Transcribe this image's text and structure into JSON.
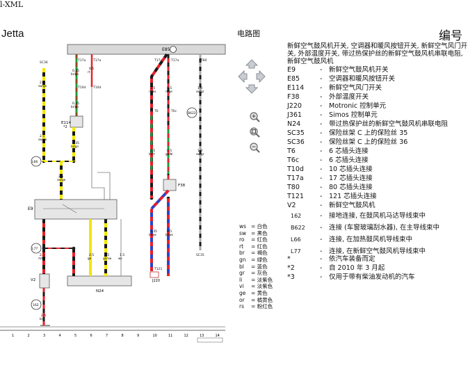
{
  "header": {
    "top_left_text": "l-XML",
    "model_name": "Jetta",
    "section_title": "电路图",
    "number_label": "编号"
  },
  "description": {
    "intro": "新鲜空气鼓风机开关, 空调器和暖风按钮开关, 新鲜空气风门开关, 外部温度开关, 带过热保护丝的新鲜空气鼓风机串联电阻, 新鲜空气鼓风机"
  },
  "components": [
    {
      "code": "E9",
      "desc": "新鲜空气鼓风机开关"
    },
    {
      "code": "E85",
      "desc": "空调器和暖风按钮开关"
    },
    {
      "code": "E114",
      "desc": "新鲜空气风门开关"
    },
    {
      "code": "F38",
      "desc": "外部温度开关"
    },
    {
      "code": "J220",
      "desc": "Motronic 控制单元"
    },
    {
      "code": "J361",
      "desc": "Simos 控制单元"
    },
    {
      "code": "N24",
      "desc": "带过热保护丝的新鲜空气鼓风机串联电阻"
    },
    {
      "code": "SC35",
      "desc": "保险丝架 C 上的保险丝 35"
    },
    {
      "code": "SC36",
      "desc": "保险丝架 C 上的保险丝 36"
    },
    {
      "code": "T6",
      "desc": "6 芯插头连接"
    },
    {
      "code": "T6c",
      "desc": "6 芯插头连接"
    },
    {
      "code": "T10d",
      "desc": "10 芯插头连接"
    },
    {
      "code": "T17a",
      "desc": "17 芯插头连接"
    },
    {
      "code": "T80",
      "desc": "80 芯插头连接"
    },
    {
      "code": "T121",
      "desc": "121 芯插头连接"
    },
    {
      "code": "V2",
      "desc": "新鲜空气鼓风机"
    },
    {
      "code": "162",
      "desc": "接地连接, 在鼓风机马达导线束中"
    },
    {
      "code": "B622",
      "desc": "连接 (车窗玻璃刮水器), 在主导线束中"
    },
    {
      "code": "L66",
      "desc": "连接, 在加热鼓风机导线束中"
    },
    {
      "code": "L77",
      "desc": "连接, 在新鲜空气鼓风机导线束中"
    },
    {
      "code": "*",
      "desc": "依汽车装备而定"
    },
    {
      "code": "*2",
      "desc": "自 2010 年 3 月起"
    },
    {
      "code": "*3",
      "desc": "仅用于带有柴油发动机的汽车"
    }
  ],
  "color_codes": [
    {
      "code": "ws",
      "name": "白色"
    },
    {
      "code": "sw",
      "name": "黑色"
    },
    {
      "code": "ro",
      "name": "红色"
    },
    {
      "code": "rt",
      "name": "红色"
    },
    {
      "code": "br",
      "name": "褐色"
    },
    {
      "code": "gn",
      "name": "绿色"
    },
    {
      "code": "bl",
      "name": "蓝色"
    },
    {
      "code": "gr",
      "name": "灰色"
    },
    {
      "code": "li",
      "name": "淡紫色"
    },
    {
      "code": "vi",
      "name": "淡紫色"
    },
    {
      "code": "ge",
      "name": "黄色"
    },
    {
      "code": "or",
      "name": "橘黄色"
    },
    {
      "code": "rs",
      "name": "粉红色"
    }
  ],
  "wire_colors": {
    "yellow": "#f4e600",
    "black": "#1a1a1a",
    "red": "#e8202a",
    "green": "#1e9b3c",
    "blue": "#2a45c8",
    "white": "#ffffff"
  },
  "diagram": {
    "fuse_labels": [
      "SC36",
      "SC35"
    ],
    "connector_labels": [
      "T17a",
      "T17a",
      "T10d",
      "T10d",
      "T17a",
      "T17a",
      "T6",
      "T6c",
      "T121",
      "T80"
    ],
    "component_labels": [
      "E9",
      "E114",
      "V2",
      "N24",
      "F38",
      "B622",
      "L66",
      "L77",
      "J220",
      "162"
    ],
    "wire_labels": [
      {
        "size": "2.5",
        "color": "sw/ge"
      },
      {
        "size": "0.35",
        "color": "br/gn"
      },
      {
        "size": "0.35",
        "color": "br/gn"
      },
      {
        "size": "0.5",
        "color": "rt"
      },
      {
        "size": "2.5",
        "color": "rt/ws"
      },
      {
        "size": "0.5",
        "color": "rt/ge"
      },
      {
        "size": "1.0",
        "color": "sw/gr"
      },
      {
        "size": "2.5",
        "color": "sw/ge"
      },
      {
        "size": "0.35",
        "color": "br/gn"
      },
      {
        "size": "2.5",
        "color": "sw/ge"
      },
      {
        "size": "1.5",
        "color": "bl/rt"
      },
      {
        "size": "0.5",
        "color": "ge/bl"
      },
      {
        "size": "1.0",
        "color": "sw/gr"
      },
      {
        "size": "2.5",
        "color": "rt/sw"
      },
      {
        "size": "2.5",
        "color": "ge"
      },
      {
        "size": "2.5",
        "color": "ge/sw"
      },
      {
        "size": "1.5",
        "color": "ws"
      },
      {
        "size": "0.35",
        "color": "bl/ws"
      },
      {
        "size": "0.5",
        "color": "bl/ws"
      },
      {
        "size": "2.5",
        "color": "br"
      }
    ],
    "ground_label": "162",
    "e9_note": "*2",
    "column_numbers": [
      "1",
      "2",
      "3",
      "4",
      "5",
      "6",
      "7",
      "8",
      "9",
      "10",
      "11",
      "12",
      "13",
      "14"
    ]
  }
}
